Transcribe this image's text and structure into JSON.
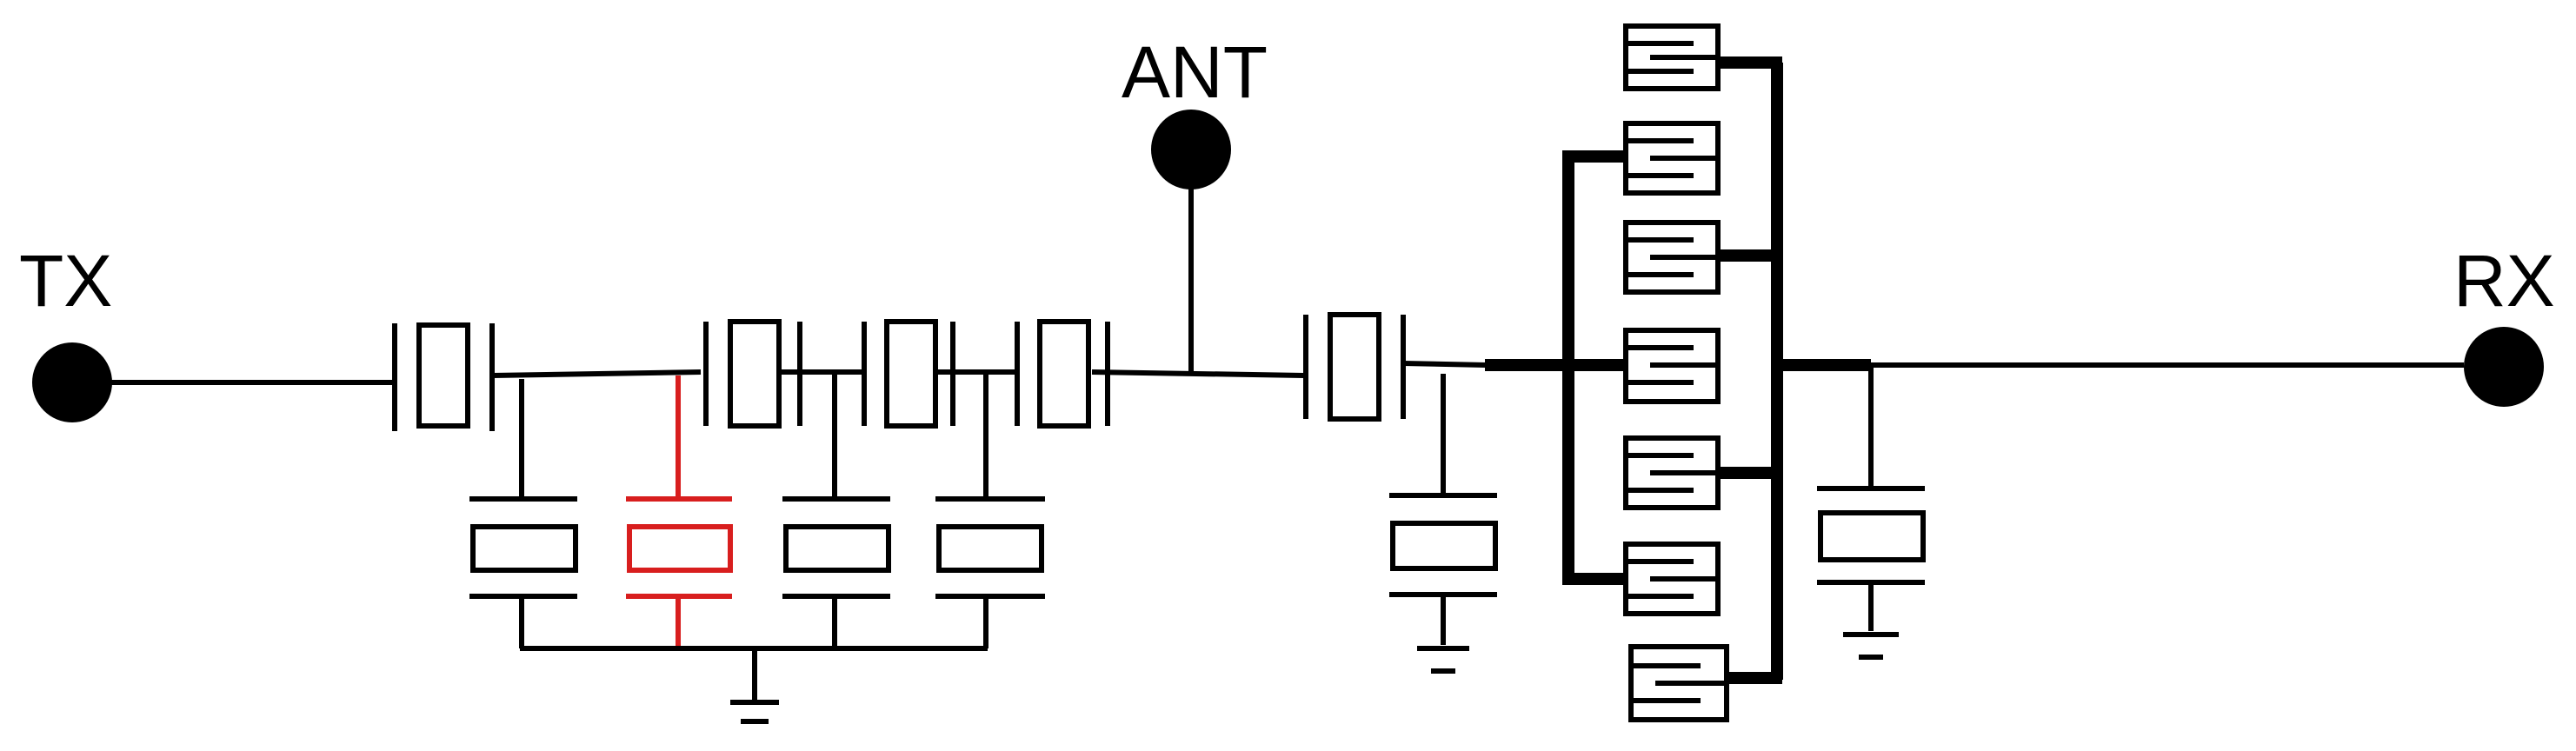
{
  "ports": {
    "tx": "TX",
    "ant": "ANT",
    "rx": "RX"
  },
  "colors": {
    "line": "#000000",
    "highlight": "#d81e1e",
    "background": "#ffffff"
  }
}
